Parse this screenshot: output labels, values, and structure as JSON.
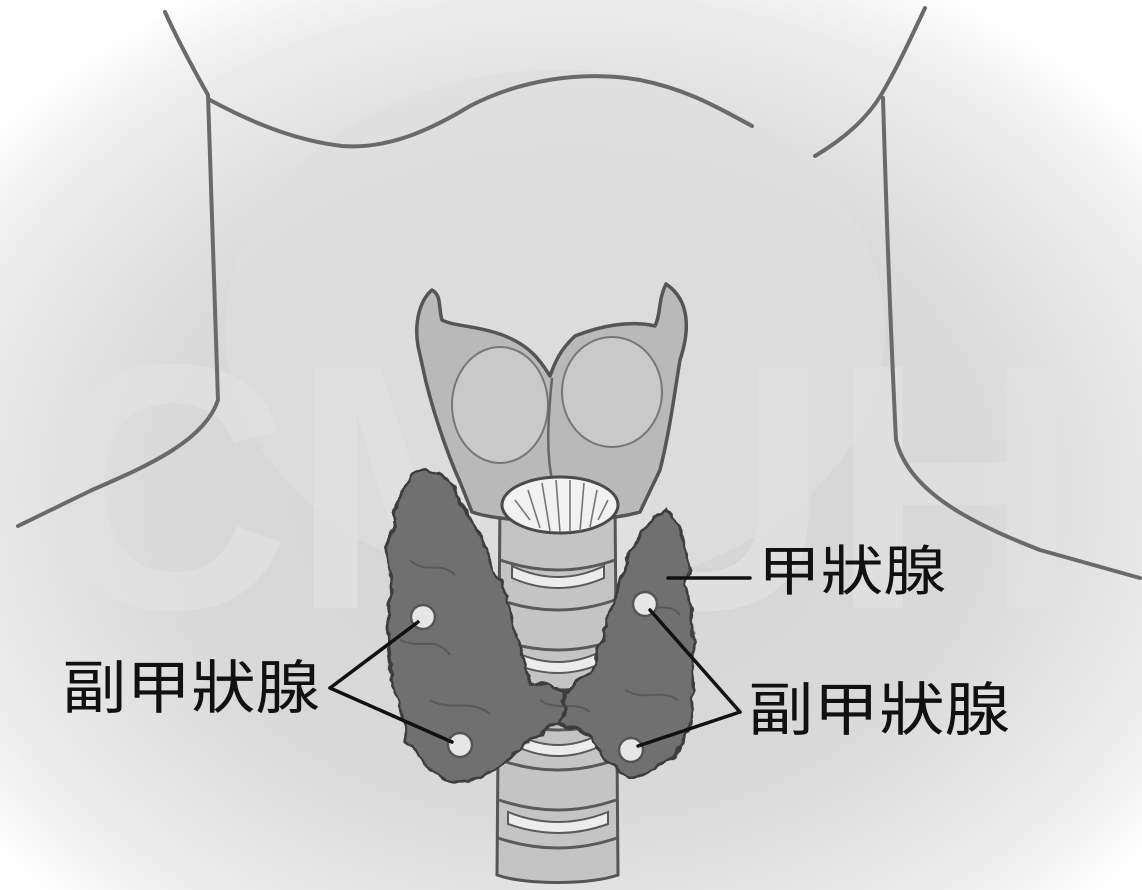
{
  "labels": {
    "thyroid": "甲狀腺",
    "parathyroid_left": "副甲狀腺",
    "parathyroid_right": "副甲狀腺"
  },
  "watermark": "CMUH",
  "colors": {
    "label": "#111111",
    "outline": "#6a6a6a",
    "thyroid_lobe": "#707070",
    "cartilage": "#b9b9b9",
    "trachea": "#c4c4c4",
    "parathyroid": "#e6e6e6",
    "watermark": "#e2e2e2"
  }
}
